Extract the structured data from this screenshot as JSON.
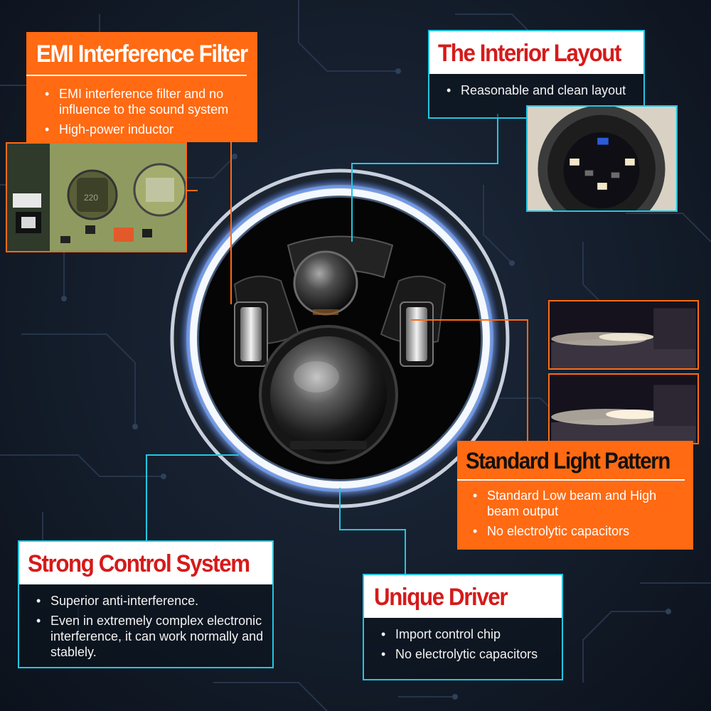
{
  "emi": {
    "title": "EMI Interference Filter",
    "bullets": [
      "EMI interference filter and no influence to the sound system",
      "High-power inductor"
    ]
  },
  "interior": {
    "title": "The Interior Layout",
    "bullets": [
      "Reasonable and clean layout"
    ]
  },
  "light_pattern": {
    "title": "Standard Light Pattern",
    "bullets": [
      "Standard Low beam and High beam output",
      "No electrolytic capacitors"
    ]
  },
  "control": {
    "title": "Strong Control System",
    "bullets": [
      "Superior anti-interference.",
      "Even in extremely complex electronic interference, it can work normally and stablely."
    ]
  },
  "driver": {
    "title": "Unique Driver",
    "bullets": [
      "Import control chip",
      "No electrolytic capacitors"
    ]
  },
  "pcb_marking": "220",
  "colors": {
    "orange": "#ff6a13",
    "teal": "#22c6e0",
    "red_title": "#d61a1a"
  }
}
